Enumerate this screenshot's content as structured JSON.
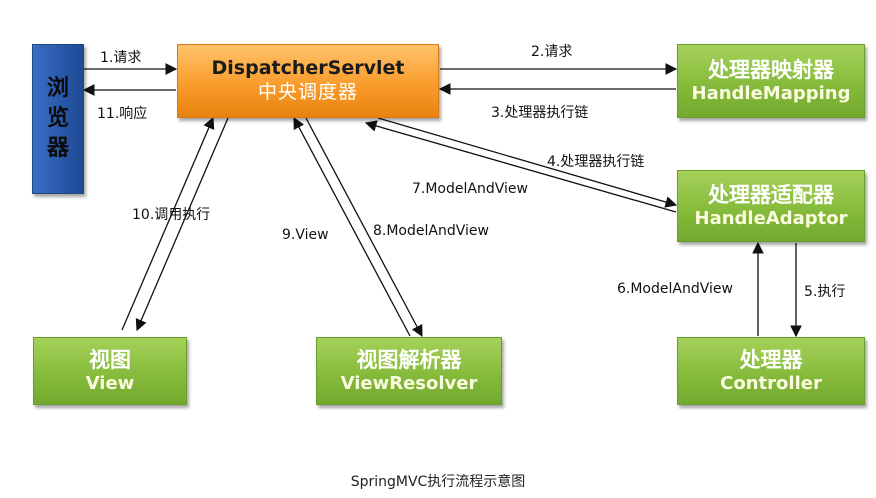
{
  "nodes": {
    "browser": {
      "label": "浏览器"
    },
    "dispatcher": {
      "title": "DispatcherServlet",
      "subtitle": "中央调度器"
    },
    "handler_mapping": {
      "zh": "处理器映射器",
      "en": "HandleMapping"
    },
    "handler_adaptor": {
      "zh": "处理器适配器",
      "en": "HandleAdaptor"
    },
    "view": {
      "zh": "视图",
      "en": "View"
    },
    "view_resolver": {
      "zh": "视图解析器",
      "en": "ViewResolver"
    },
    "controller": {
      "zh": "处理器",
      "en": "Controller"
    }
  },
  "edges": [
    {
      "id": "e1",
      "label": "1.请求"
    },
    {
      "id": "e2",
      "label": "2.请求"
    },
    {
      "id": "e3",
      "label": "3.处理器执行链"
    },
    {
      "id": "e4",
      "label": "4.处理器执行链"
    },
    {
      "id": "e5",
      "label": "5.执行"
    },
    {
      "id": "e6",
      "label": "6.ModelAndView"
    },
    {
      "id": "e7",
      "label": "7.ModelAndView"
    },
    {
      "id": "e8",
      "label": "8.ModelAndView"
    },
    {
      "id": "e9",
      "label": "9.View"
    },
    {
      "id": "e10",
      "label": "10.调用执行"
    },
    {
      "id": "e11",
      "label": "11.响应"
    }
  ],
  "caption": "SpringMVC执行流程示意图",
  "colors": {
    "green_box": "#86bb3c",
    "orange_box": "#f99c2c",
    "blue_box": "#2857a7",
    "arrow": "#111111"
  }
}
